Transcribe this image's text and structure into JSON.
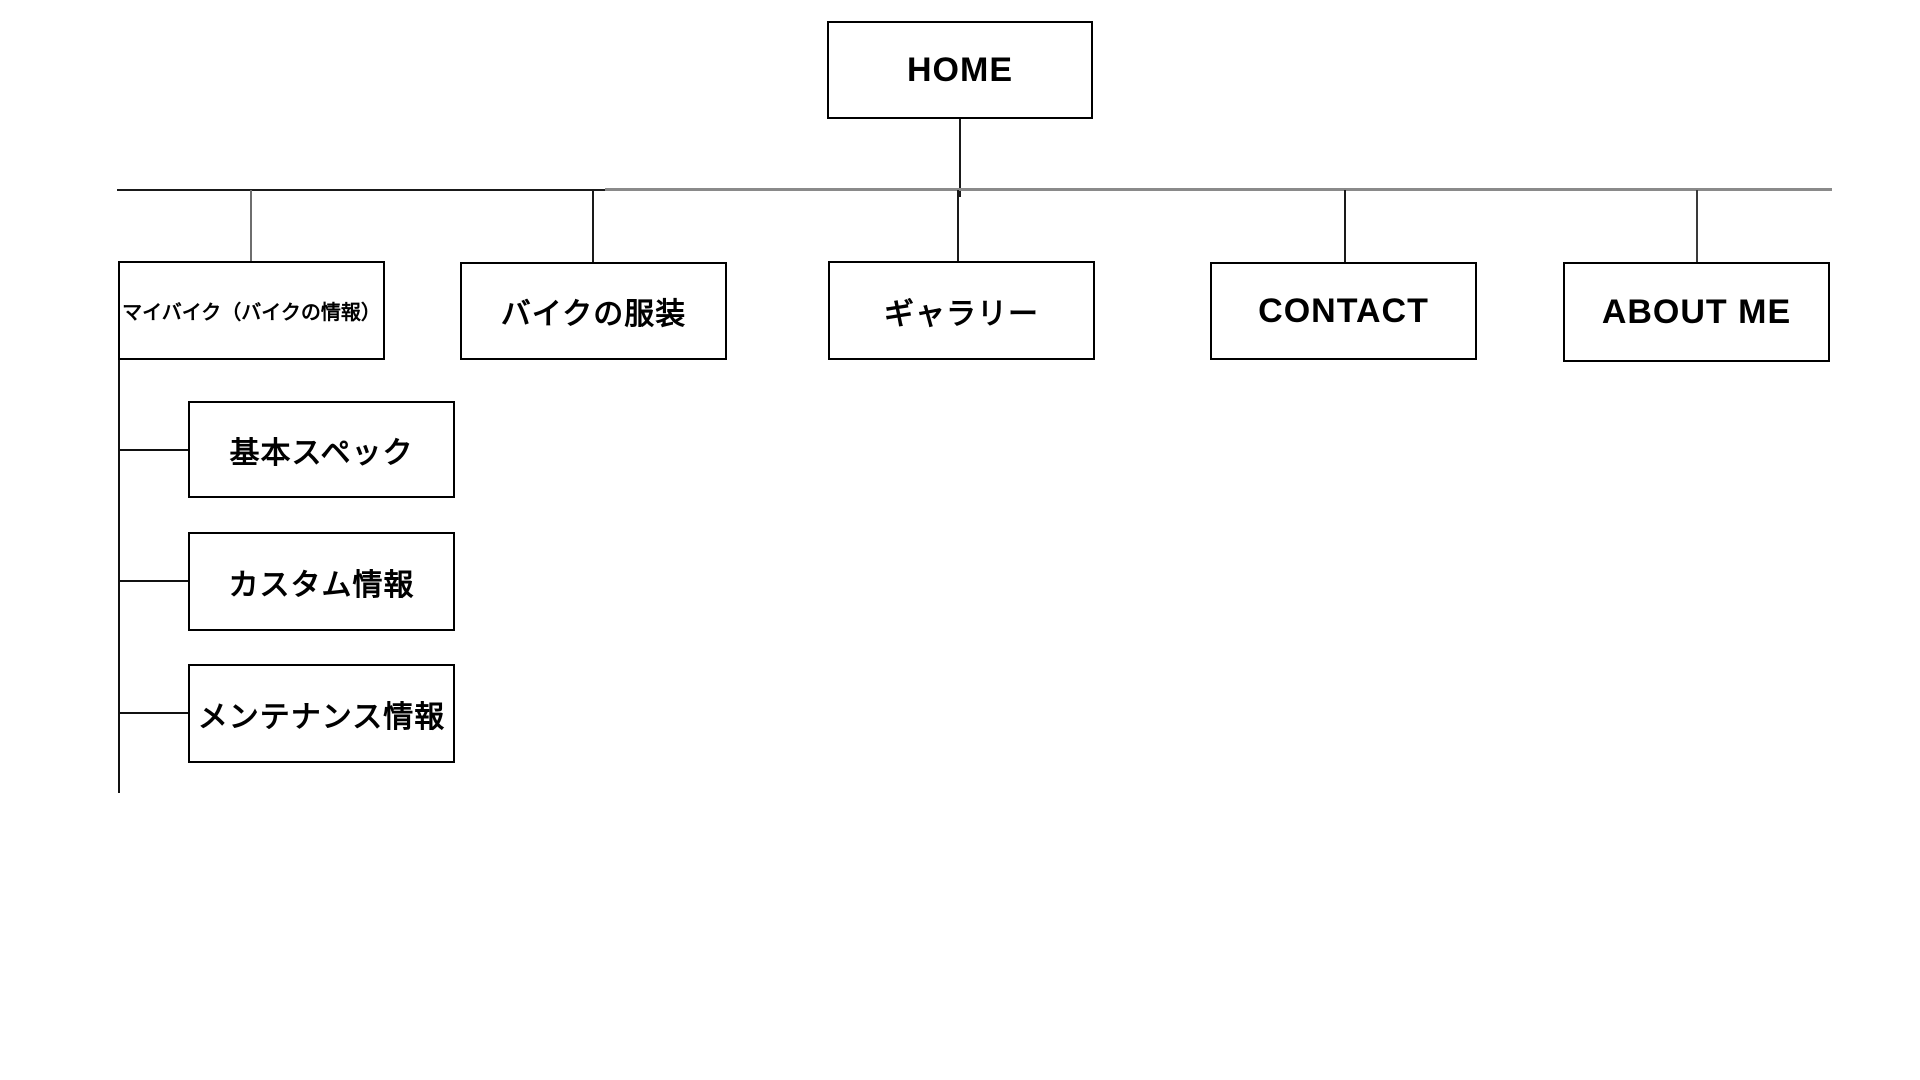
{
  "sitemap": {
    "root": {
      "label": "HOME"
    },
    "level1": [
      {
        "id": "mybike",
        "label": "マイバイク（バイクの情報）"
      },
      {
        "id": "clothing",
        "label": "バイクの服装"
      },
      {
        "id": "gallery",
        "label": "ギャラリー"
      },
      {
        "id": "contact",
        "label": "CONTACT"
      },
      {
        "id": "about",
        "label": "ABOUT ME"
      }
    ],
    "mybike_children": [
      {
        "id": "spec",
        "label": "基本スペック"
      },
      {
        "id": "custom",
        "label": "カスタム情報"
      },
      {
        "id": "maintenance",
        "label": "メンテナンス情報"
      }
    ],
    "colors": {
      "box_border": "#000000",
      "box_fill": "#ffffff",
      "text": "#000000",
      "trunk_line": "#8a8a8a",
      "connector_line": "#1a1a1a"
    }
  }
}
